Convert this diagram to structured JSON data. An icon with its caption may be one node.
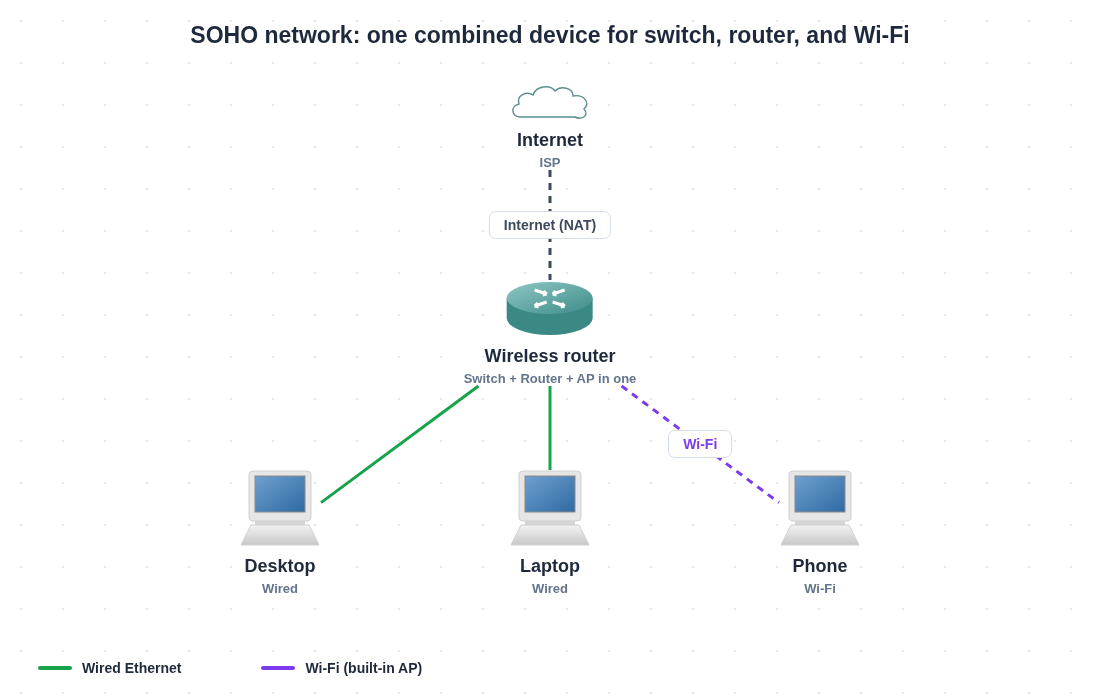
{
  "diagram": {
    "title": "SOHO network: one combined device for switch, router, and Wi-Fi",
    "nodes": [
      {
        "text": [
          "Internet",
          "ISP"
        ]
      },
      {
        "text": [
          "Wireless router",
          "Switch + Router + AP in one"
        ]
      },
      {
        "text": [
          "Desktop",
          "Wired"
        ]
      },
      {
        "text": [
          "Laptop",
          "Wired"
        ]
      },
      {
        "text": [
          "Phone",
          "Wi-Fi"
        ]
      }
    ],
    "edges": [
      {
        "from": 0,
        "to": 1,
        "arrow": "none",
        "label": "Internet (NAT)",
        "style": "dashed",
        "color": "#3d4a5c"
      },
      {
        "from": 1,
        "to": 2,
        "arrow": "none",
        "color": "#16a34a"
      },
      {
        "from": 1,
        "to": 3,
        "arrow": "none",
        "color": "#16a34a"
      },
      {
        "from": 1,
        "to": 4,
        "arrow": "none",
        "label": "Wi-Fi",
        "style": "dashed",
        "color": "#7c3aed"
      }
    ],
    "legend": [
      {
        "text": "Wired Ethernet",
        "color": "#16a34a"
      },
      {
        "text": "Wi-Fi (built-in AP)",
        "color": "#7c3aed"
      }
    ]
  }
}
